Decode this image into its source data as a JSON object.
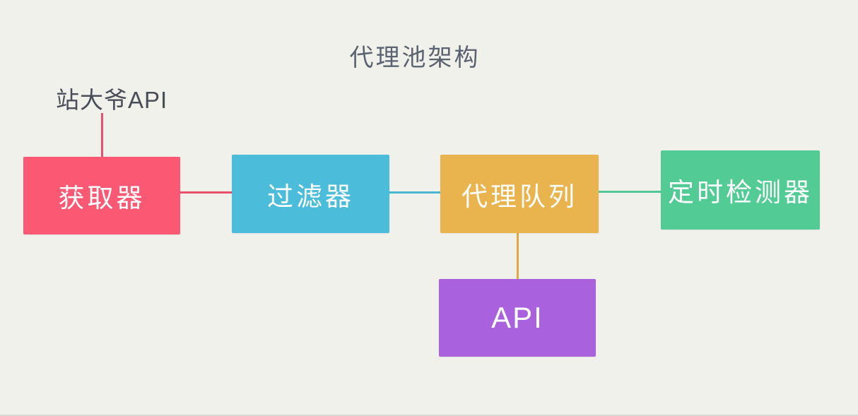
{
  "title": "代理池架构",
  "diagram": {
    "source_label": "站大爷API",
    "nodes": [
      {
        "id": "fetcher",
        "label": "获取器",
        "color": "#fa5873"
      },
      {
        "id": "filter",
        "label": "过滤器",
        "color": "#4bbcd9"
      },
      {
        "id": "queue",
        "label": "代理队列",
        "color": "#e9b44e"
      },
      {
        "id": "detector",
        "label": "定时检测器",
        "color": "#53cb94"
      },
      {
        "id": "api",
        "label": "API",
        "color": "#a961de"
      }
    ],
    "edges": [
      {
        "from": "站大爷API",
        "to": "获取器",
        "color": "#e94f6e"
      },
      {
        "from": "获取器",
        "to": "过滤器",
        "color": "#e8506c"
      },
      {
        "from": "过滤器",
        "to": "代理队列",
        "color": "#4ab5d2"
      },
      {
        "from": "代理队列",
        "to": "定时检测器",
        "color": "#52c694"
      },
      {
        "from": "代理队列",
        "to": "API",
        "color": "#e0a93e"
      }
    ]
  },
  "colors": {
    "background": "#f1f1ec",
    "title_text": "#5b6370",
    "label_text": "#494e58",
    "node_text": "#ffffff"
  }
}
